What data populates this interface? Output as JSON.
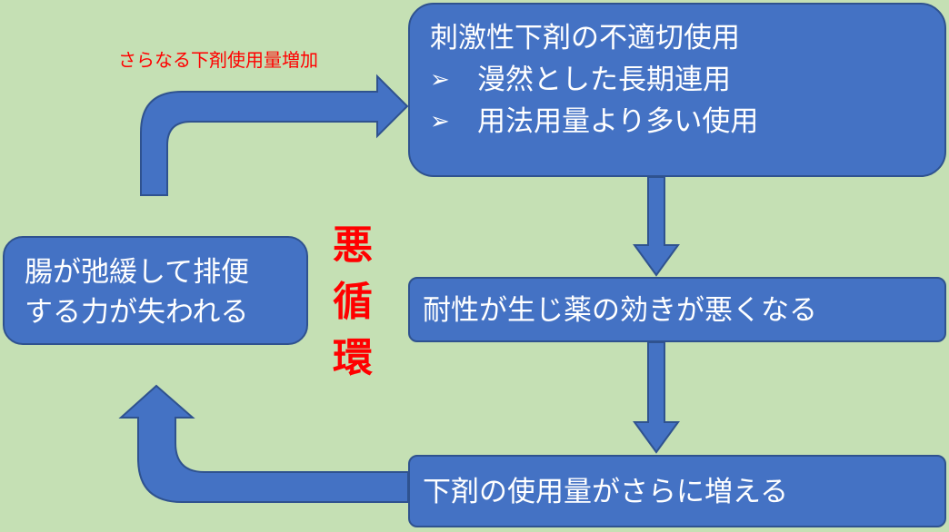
{
  "colors": {
    "background": "#c5e0b4",
    "box_fill": "#4472c4",
    "box_border": "#2f528f",
    "box_text": "#ffffff",
    "accent_red": "#ff0000"
  },
  "top_box": {
    "title": "刺激性下剤の不適切使用",
    "bullet_symbol": "➢",
    "items": [
      "漫然とした長期連用",
      "用法用量より多い使用"
    ]
  },
  "middle_box": {
    "text": "耐性が生じ薬の効きが悪くなる"
  },
  "bottom_box": {
    "text": "下剤の使用量がさらに増える"
  },
  "left_box": {
    "line1": "腸が弛緩して排便",
    "line2": "する力が失われる"
  },
  "arrow_label": "さらなる下剤使用量増加",
  "center_label": {
    "chars": [
      "悪",
      "循",
      "環"
    ]
  }
}
